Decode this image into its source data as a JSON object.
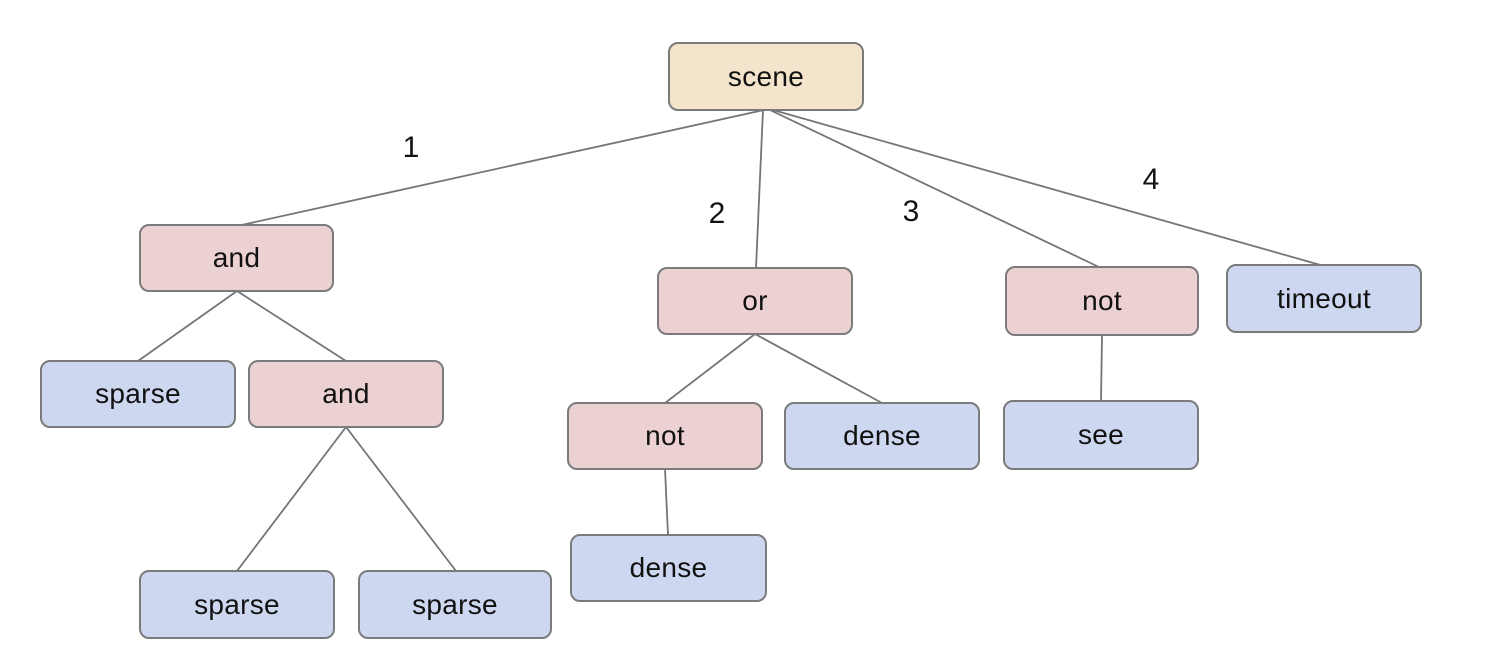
{
  "diagram": {
    "type": "tree",
    "description": "Scene query tree with numbered branches from root"
  },
  "colors": {
    "root_fill": "#f4e4cb",
    "operator_fill": "#ebd1d1",
    "leaf_fill": "#cdd7ef",
    "node_border": "#7b7b7b",
    "edge_color": "#757575",
    "text_color": "#111111",
    "background": "#ffffff"
  },
  "tree": {
    "root": {
      "label": "scene",
      "kind": "root",
      "children": [
        {
          "edge_label": "1",
          "label": "and",
          "kind": "operator",
          "children": [
            {
              "label": "sparse",
              "kind": "leaf",
              "children": []
            },
            {
              "label": "and",
              "kind": "operator",
              "children": [
                {
                  "label": "sparse",
                  "kind": "leaf",
                  "children": []
                },
                {
                  "label": "sparse",
                  "kind": "leaf",
                  "children": []
                }
              ]
            }
          ]
        },
        {
          "edge_label": "2",
          "label": "or",
          "kind": "operator",
          "children": [
            {
              "label": "not",
              "kind": "operator",
              "children": [
                {
                  "label": "dense",
                  "kind": "leaf",
                  "children": []
                }
              ]
            },
            {
              "label": "dense",
              "kind": "leaf",
              "children": []
            }
          ]
        },
        {
          "edge_label": "3",
          "label": "not",
          "kind": "operator",
          "children": [
            {
              "label": "see",
              "kind": "leaf",
              "children": []
            }
          ]
        },
        {
          "edge_label": "4",
          "label": "timeout",
          "kind": "leaf",
          "children": []
        }
      ]
    }
  }
}
